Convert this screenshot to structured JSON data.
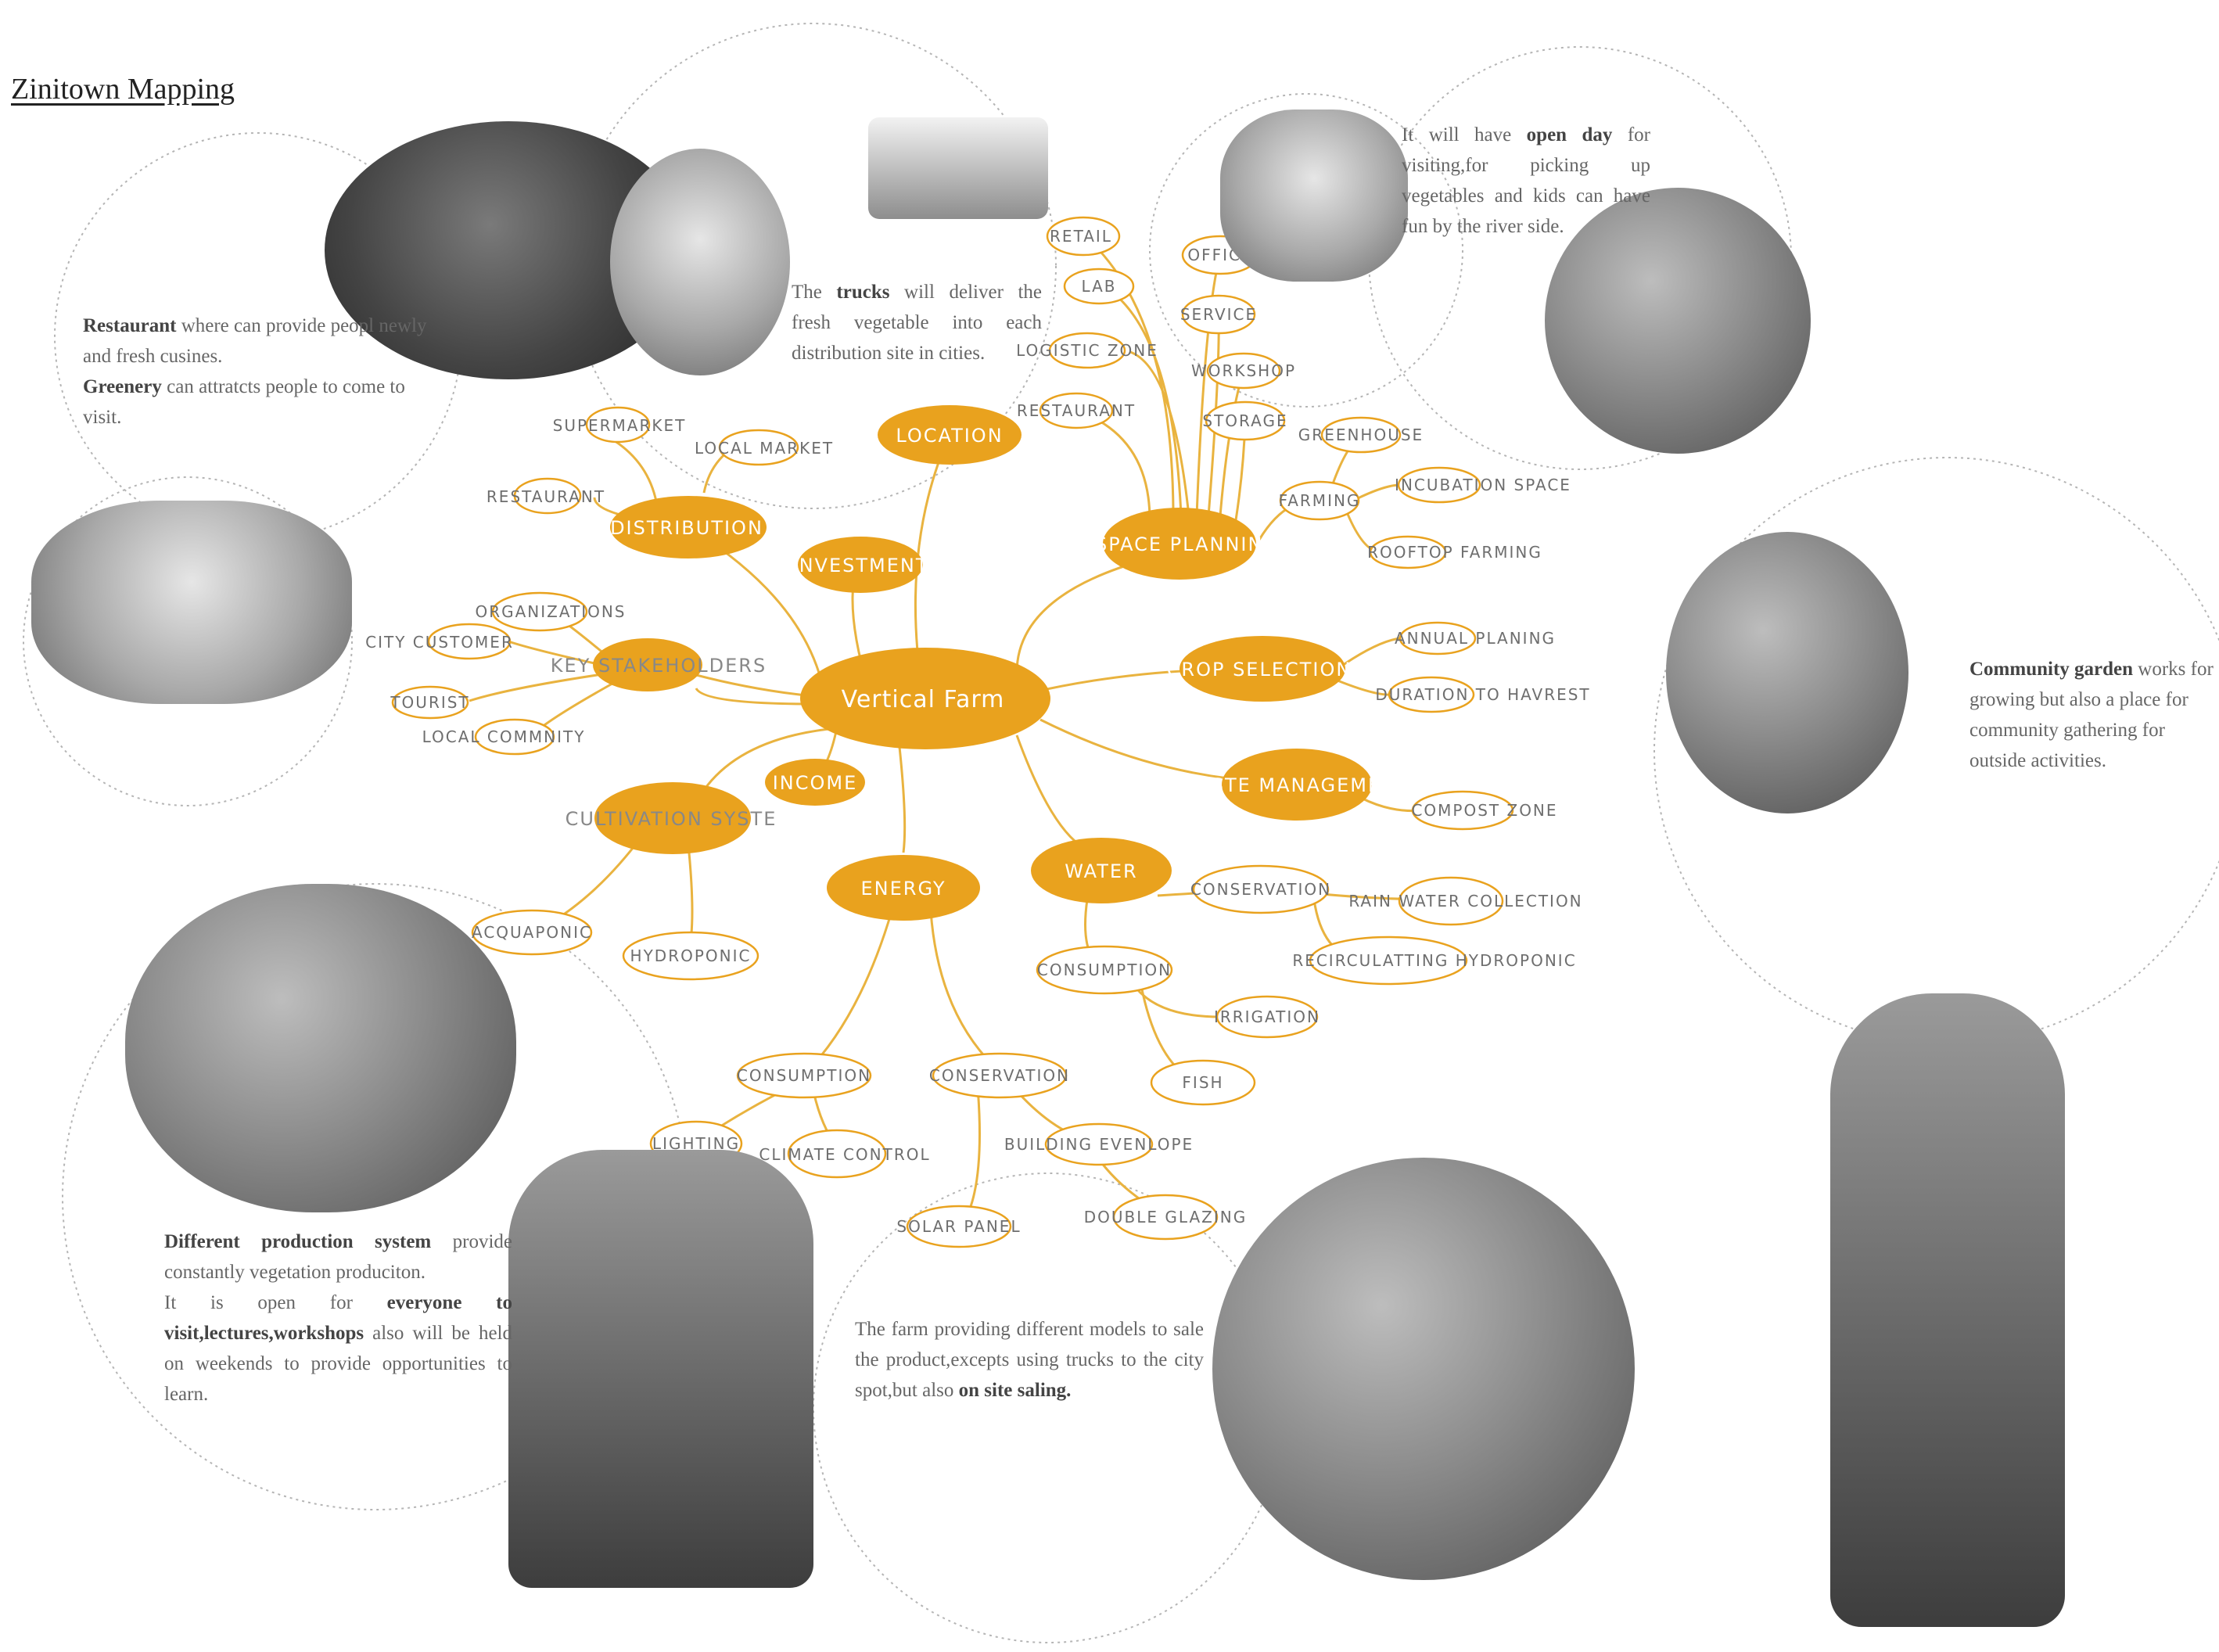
{
  "title": "Zinitown Mapping",
  "colors": {
    "accent": "#E9A21E",
    "line": "#E9B33F",
    "leaf_text": "#6e6e6e",
    "circle": "#b5b5b5"
  },
  "central": {
    "label": "Vertical Farm"
  },
  "branches": {
    "location": "LOCATION",
    "investment": "INVESTMENT",
    "distribution": "DISTRIBUTION",
    "key_stakeholders": "KEY STAKEHOLDERS",
    "income": "INCOME",
    "cultivation": "CULTIVATION SYSTE",
    "energy": "ENERGY",
    "water": "WATER",
    "waste": "WASTE MANAGEME",
    "crop": "CROP SELECTION",
    "space": "SPACE PLANNING"
  },
  "leaves": {
    "supermarket": "SUPERMARKET",
    "local_market": "LOCAL MARKET",
    "restaurant_dist": "RESTAURANT",
    "organizations": "ORGANIZATIONS",
    "city_customer": "CITY CUSTOMER",
    "tourist": "TOURIST",
    "local_community": "LOCAL COMMNITY",
    "acquaponic": "ACQUAPONIC",
    "hydroponic": "HYDROPONIC",
    "consumption_energy": "CONSUMPTION",
    "conservation_energy": "CONSERVATION",
    "lighting": "LIGHTING",
    "climate_control": "CLIMATE CONTROL",
    "solar_panel": "SOLAR PANEL",
    "building_envelope": "BUILDING EVENLOPE",
    "double_glazing": "DOUBLE GLAZING",
    "conservation_water": "CONSERVATION",
    "rain_water": "RAIN WATER COLLECTION",
    "recirculating": "RECIRCULATTING HYDROPONIC",
    "consumption_water": "CONSUMPTION",
    "irrigation": "IRRIGATION",
    "fish": "FISH",
    "compost": "COMPOST ZONE",
    "annual": "ANNUAL PLANING",
    "duration": "DURATION TO HAVREST",
    "greenhouse": "GREENHOUSE",
    "farming": "FARMING",
    "incubation": "INCUBATION SPACE",
    "rooftop": "ROOFTOP FARMING",
    "retail": "RETAIL",
    "lab": "LAB",
    "logistic": "LOGISTIC ZONE",
    "restaurant_space": "RESTAURANT",
    "office": "OFFICE",
    "service": "SERVICE",
    "workshop": "WORKSHOP",
    "storage": "STORAGE"
  },
  "notes": {
    "restaurant": {
      "b1": "Restaurant",
      "t1": " where can provide peopl newly and fresh cusines.",
      "b2": "Greenery",
      "t2": " can attratcts people to come to visit."
    },
    "trucks": {
      "t0": "The ",
      "b1": "trucks",
      "t1": " will deliver the fresh vegetable into each distribution site in cities."
    },
    "openday": {
      "t0": "It will have ",
      "b1": "open day",
      "t1": " for visiting,for picking up vegetables and kids can have fun by the river side."
    },
    "community": {
      "b1": "Community garden",
      "t1": " works for growing but also a place for community gathering for outside activities."
    },
    "production": {
      "b1": "Different production system",
      "t1": " provide constantly vegetation produciton.",
      "t2": "It is open for ",
      "b2": "everyone to visit,lectures,workshops",
      "t3": " also will be held on weekends to provide opportunities to learn."
    },
    "models": {
      "t1": "The farm providing different models to sale the product,excepts using trucks to the city spot,but also ",
      "b1": "on site saling."
    }
  }
}
